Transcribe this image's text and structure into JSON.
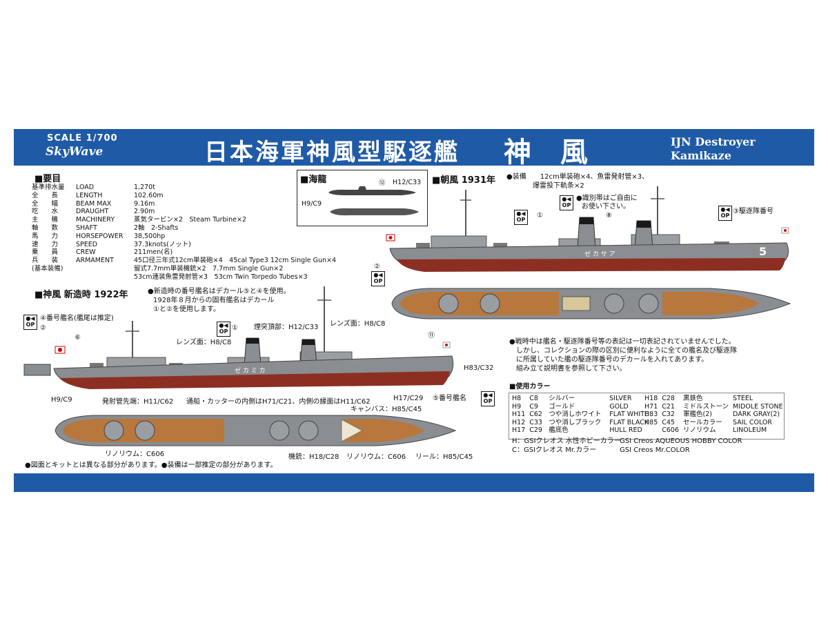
{
  "header": {
    "scale": "SCALE 1/700",
    "brand": "SkyWave",
    "title_jp": "日本海軍神風型駆逐艦",
    "ship_kanji": "神 風",
    "title_en_line1": "IJN Destroyer",
    "title_en_line2": "Kamikaze"
  },
  "specs": {
    "heading": "■要目",
    "rows": [
      {
        "jp": "基準排水量",
        "en": "LOAD",
        "val": "1,270t"
      },
      {
        "jp": "全　　長",
        "en": "LENGTH",
        "val": "102.60m"
      },
      {
        "jp": "全　　幅",
        "en": "BEAM MAX",
        "val": "9.16m"
      },
      {
        "jp": "吃　　水",
        "en": "DRAUGHT",
        "val": "2.90m"
      },
      {
        "jp": "主　　機",
        "en": "MACHINERY",
        "val": "蒸気タービン×2　Steam Turbine×2"
      },
      {
        "jp": "軸　　数",
        "en": "SHAFT",
        "val": "2軸　2-Shafts"
      },
      {
        "jp": "馬　　力",
        "en": "HORSEPOWER",
        "val": "38,500hp"
      },
      {
        "jp": "速　　力",
        "en": "SPEED",
        "val": "37.3knots(ノット)"
      },
      {
        "jp": "乗　　員",
        "en": "CREW",
        "val": "211men(名)"
      },
      {
        "jp": "兵　　装",
        "en": "ARMAMENT",
        "val": "45口径三年式12cm単装砲×4　45cal Type3 12cm Single Gun×4"
      },
      {
        "jp": "(基本装備)",
        "en": "",
        "val": "留式7.7mm単装機銃×2　7.7mm Single Gun×2"
      },
      {
        "jp": "",
        "en": "",
        "val": "53cm連装魚雷発射管×3　53cm Twin Torpedo Tubes×3"
      }
    ]
  },
  "kairyu": {
    "heading": "■海龍",
    "label_top": "H12/C33",
    "label_left": "H9/C9",
    "num": "⑫"
  },
  "asakaze": {
    "heading": "■朝風 1931年",
    "equip_line1": "●装備　　12cm単装砲×4、魚雷発射管×3、",
    "equip_line2": "爆雷投下軌条×2",
    "note1": "●識別帯はご自由に",
    "note2": "お使い下さい。",
    "squad_label": "③駆逐隊番号",
    "hull_number": "5",
    "hull_name": "ゼ カ サ ア",
    "callouts": [
      "①",
      "⑧",
      "②"
    ]
  },
  "kamikaze": {
    "heading": "■神風 新造時 1922年",
    "note1": "●新造時の番号艦名はデカール⑤と④を使用。",
    "note2": "1928年８月からの固有艦名はデカール",
    "note3": "①と②を使用します。",
    "label_4": "④番号艦名(艦尾は推定)",
    "label_stack": "煙突頂部：H12/C33",
    "label_lens1": "レンズ面：H8/C8",
    "label_lens2": "レンズ面：H8/C8",
    "label_h83": "H83/C32",
    "label_h17": "H17/C29",
    "label_5": "⑤番号艦名",
    "label_h9": "H9/C9",
    "hull_name": "ゼ カ ミ カ",
    "callouts": [
      "②",
      "⑥",
      "①",
      "⑪"
    ]
  },
  "deck": {
    "torpedo": "発射管先端：H11/C62",
    "boat": "通船・カッターの内側はH71/C21、内側の縁面はH11/C62",
    "canvas": "キャンバス：H85/C45",
    "linoleum_left": "リノリウム：C606",
    "mg": "機銃：H18/C28",
    "linoleum_mid": "リノリウム：C606",
    "reel": "リール：H85/C45"
  },
  "wartime_note": [
    "●戦時中は艦名・駆逐隊番号等の表記は一切表記されていませんでした。",
    "しかし、コレクションの際の区別に便利なように全ての艦名及び駆逐隊",
    "に所属していた艦の駆逐隊番号のデカールを入れてあります。",
    "組み立て説明書を参照して下さい。"
  ],
  "colors": {
    "heading": "■使用カラー",
    "left": [
      {
        "h": "H8",
        "c": "C8",
        "jp": "シルバー",
        "en": "SILVER"
      },
      {
        "h": "H9",
        "c": "C9",
        "jp": "ゴールド",
        "en": "GOLD"
      },
      {
        "h": "H11",
        "c": "C62",
        "jp": "つや消しホワイト",
        "en": "FLAT WHITE"
      },
      {
        "h": "H12",
        "c": "C33",
        "jp": "つや消しブラック",
        "en": "FLAT BLACK"
      },
      {
        "h": "H17",
        "c": "C29",
        "jp": "艦底色",
        "en": "HULL RED"
      }
    ],
    "right": [
      {
        "h": "H18",
        "c": "C28",
        "jp": "黒鉄色",
        "en": "STEEL"
      },
      {
        "h": "H71",
        "c": "C21",
        "jp": "ミドルストーン",
        "en": "MIDOLE STONE"
      },
      {
        "h": "H83",
        "c": "C32",
        "jp": "軍艦色(2)",
        "en": "DARK GRAY(2)"
      },
      {
        "h": "H85",
        "c": "C45",
        "jp": "セールカラー",
        "en": "SAIL COLOR"
      },
      {
        "h": "",
        "c": "C606",
        "jp": "リノリウム",
        "en": "LINOLEUM"
      }
    ],
    "legend_h_jp": "H：GSIクレオス 水性ホビーカラー",
    "legend_h_en": "GSI Creos AQUEOUS HOBBY COLOR",
    "legend_c_jp": "C：GSIクレオス Mr.カラー",
    "legend_c_en": "GSI Creos Mr.COLOR"
  },
  "footer_note": "●図面とキットとは異なる部分があります。●装備は一部推定の部分があります。",
  "op_badge": "OP",
  "palette": {
    "band": "#1f5aa6",
    "hull_gray": "#8a8d91",
    "hull_red": "#8c2f22",
    "deck_wood": "#b8773c",
    "stack_black": "#1a1a1a"
  }
}
